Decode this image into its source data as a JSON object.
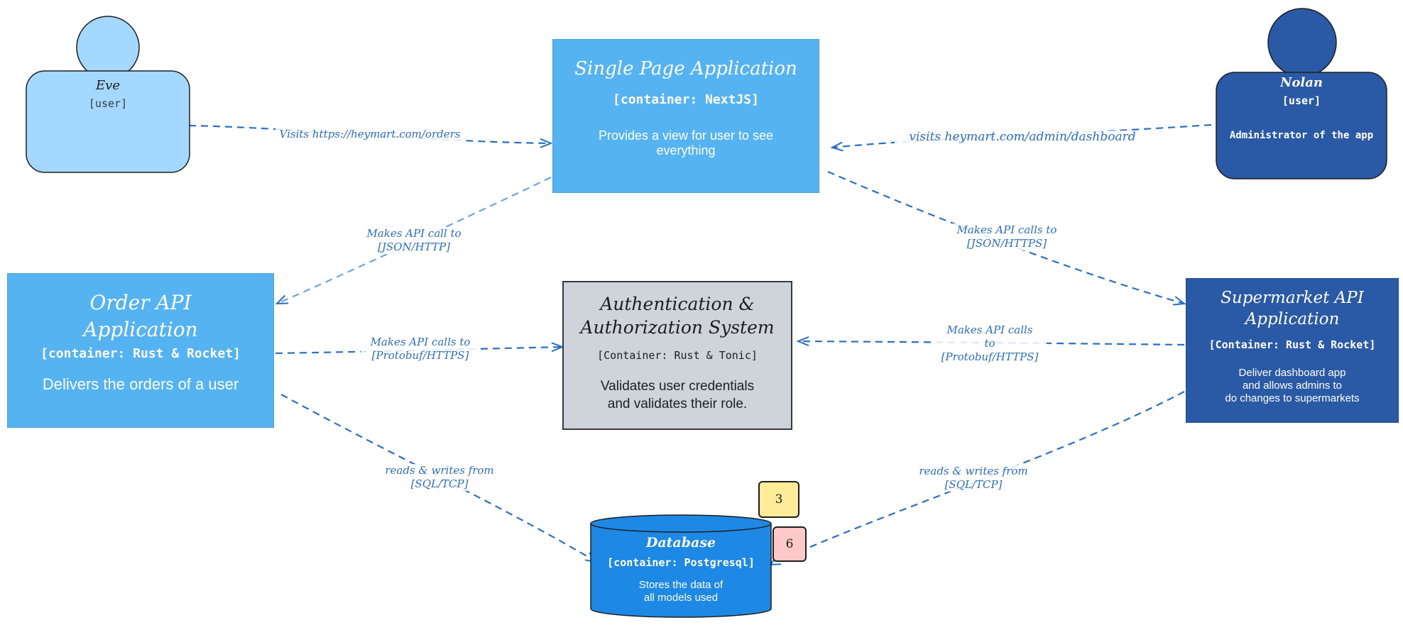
{
  "nodes": {
    "eve": {
      "name": "Eve",
      "tag": "[user]"
    },
    "nolan": {
      "name": "Nolan",
      "tag": "[user]",
      "desc": "Administrator of the app"
    },
    "spa": {
      "title": "Single Page Application",
      "tech": "[container: NextJS]",
      "desc_line1": "Provides a view for user to see",
      "desc_line2": "everything"
    },
    "order_api": {
      "title_line1": "Order API",
      "title_line2": "Application",
      "tech": "[container: Rust & Rocket]",
      "desc": "Delivers the orders of a user"
    },
    "auth": {
      "title_line1": "Authentication &",
      "title_line2": "Authorization System",
      "tech": "[Container: Rust & Tonic]",
      "desc_line1": "Validates user credentials",
      "desc_line2": "and validates their role."
    },
    "supermarket_api": {
      "title_line1": "Supermarket API",
      "title_line2": "Application",
      "tech": "[Container: Rust & Rocket]",
      "desc_line1": "Deliver dashboard app",
      "desc_line2": "and allows admins to",
      "desc_line3": "do changes to supermarkets"
    },
    "database": {
      "title": "Database",
      "tech": "[container: Postgresql]",
      "desc_line1": "Stores the data of",
      "desc_line2": "all models used"
    }
  },
  "edges": {
    "eve_spa": {
      "label": "Visits https://heymart.com/orders"
    },
    "nolan_spa": {
      "label": "visits heymart.com/admin/dashboard"
    },
    "spa_order": {
      "line1": "Makes API call to",
      "line2": "[JSON/HTTP]"
    },
    "spa_super": {
      "line1": "Makes API calls to",
      "line2": "[JSON/HTTPS]"
    },
    "order_auth": {
      "line1": "Makes API calls to",
      "line2": "[Protobuf/HTTPS]"
    },
    "super_auth": {
      "line1": "Makes API calls",
      "line2": "to",
      "line3": "[Protobuf/HTTPS]"
    },
    "order_db": {
      "line1": "reads & writes from",
      "line2": "[SQL/TCP]"
    },
    "super_db": {
      "line1": "reads & writes from",
      "line2": "[SQL/TCP]"
    }
  },
  "badges": {
    "yellow": "3",
    "pink": "6"
  },
  "colors": {
    "person_light": "#a5d8ff",
    "person_dark": "#2a5aa5",
    "container_light": "#56b3f1",
    "system_grey": "#ced4da",
    "database_blue": "#1e88e5",
    "edge_blue": "#2a6fc0",
    "badge_yellow": "#ffec99",
    "badge_pink": "#ffc9c9"
  },
  "icons": {
    "eve": "person-icon",
    "nolan": "person-icon",
    "database": "cylinder-icon"
  }
}
